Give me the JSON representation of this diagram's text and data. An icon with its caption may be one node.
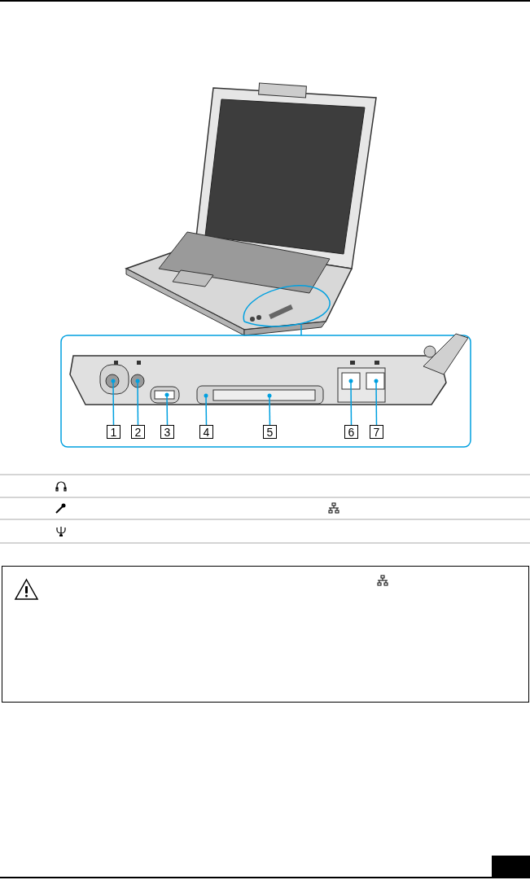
{
  "diagram": {
    "nodes": [
      {
        "text": [
          "1"
        ]
      },
      {
        "text": [
          "2"
        ]
      },
      {
        "text": [
          "3"
        ]
      },
      {
        "text": [
          "4"
        ]
      },
      {
        "text": [
          "5"
        ]
      },
      {
        "text": [
          "6"
        ]
      },
      {
        "text": [
          "7"
        ]
      }
    ],
    "edges": [
      {
        "from": 0,
        "to": null,
        "arrow": "other"
      },
      {
        "from": 1,
        "to": null,
        "arrow": "other"
      },
      {
        "from": 2,
        "to": null,
        "arrow": "other"
      },
      {
        "from": 3,
        "to": null,
        "arrow": "other"
      },
      {
        "from": 4,
        "to": null,
        "arrow": "other"
      },
      {
        "from": 5,
        "to": null,
        "arrow": "other"
      },
      {
        "from": 6,
        "to": null,
        "arrow": "other"
      }
    ]
  }
}
